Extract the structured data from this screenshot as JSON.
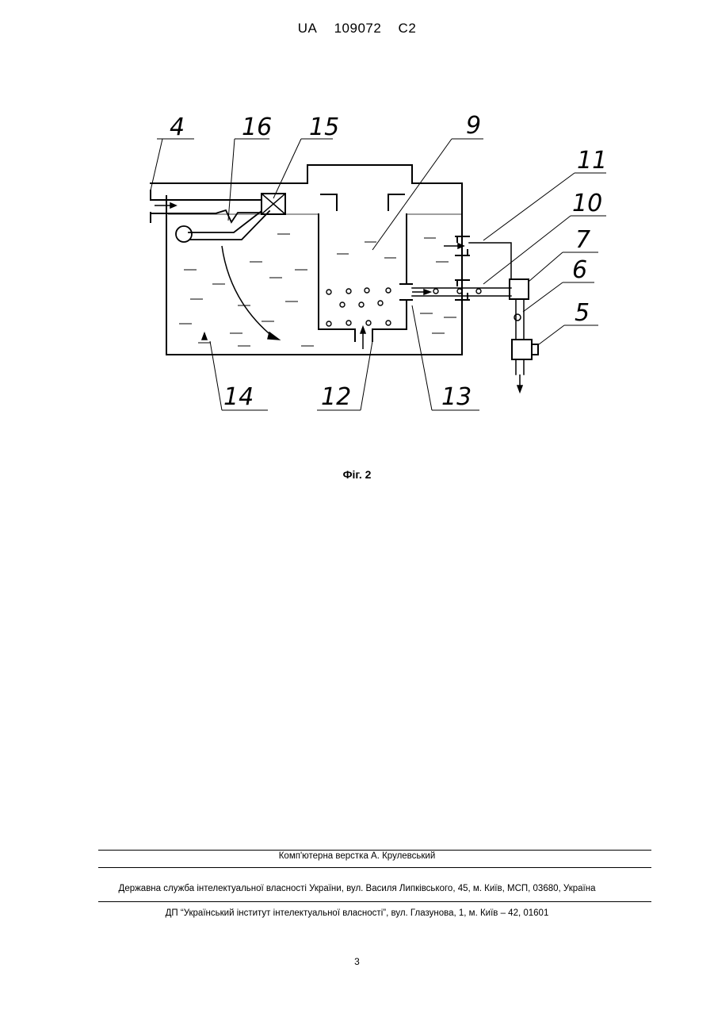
{
  "header": {
    "country": "UA",
    "number": "109072",
    "kind": "C2"
  },
  "figure": {
    "caption": "Фiг. 2",
    "labels": {
      "l4": "4",
      "l16": "16",
      "l15": "15",
      "l9": "9",
      "l11": "11",
      "l10": "10",
      "l7": "7",
      "l6": "6",
      "l5": "5",
      "l14": "14",
      "l12": "12",
      "l13": "13"
    }
  },
  "footer": {
    "layout_credit": "Комп'ютерна верстка А. Крулевський",
    "service_address": "Державна служба інтелектуальної власності України, вул. Василя Липківського, 45, м. Київ, МСП, 03680, Україна",
    "institute_address": "ДП “Український інститут інтелектуальної власності”, вул. Глазунова, 1, м. Київ – 42, 01601"
  },
  "page_number": "3"
}
